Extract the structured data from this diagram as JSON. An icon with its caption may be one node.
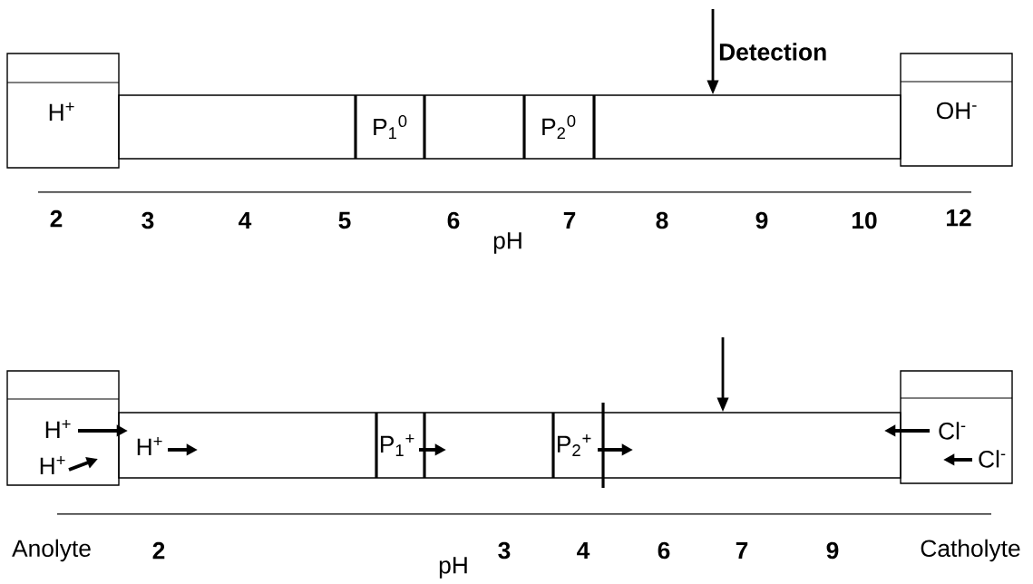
{
  "diagram": {
    "nodes": [
      {
        "text": [
          "H$^{+}$"
        ]
      },
      {
        "text": [],
        "shape": "box"
      },
      {
        "text": [
          "P$_{1}$$^{0}$"
        ],
        "in": 1
      },
      {
        "text": [
          "P$_{2}$$^{0}$"
        ],
        "in": 1
      },
      {
        "text": [
          "OH$^{-}$"
        ]
      },
      {
        "text": [
          "H$^{+}$",
          "H$^{+}$"
        ]
      },
      {
        "text": [
          "H$^{+}$"
        ]
      },
      {
        "text": [
          "P$_{1}$$^{+}$"
        ],
        "in": 6
      },
      {
        "text": [
          "P$_{2}$$^{+}$"
        ],
        "in": 6
      },
      {
        "text": [
          "Cl$^{-}$",
          "Cl$^{-}$"
        ]
      }
    ],
    "edges": [
      {
        "from": null,
        "to": 1,
        "arrow": "to",
        "label": "Detection"
      },
      {
        "from": null,
        "to": 6,
        "arrow": "to"
      }
    ],
    "labels": [
      "2",
      "3",
      "4",
      "5",
      "6",
      "7",
      "8",
      "9",
      "10",
      "12",
      "pH",
      "Anolyte",
      "2",
      "3",
      "4",
      "6",
      "7",
      "9",
      "Catholyte",
      "pH"
    ]
  }
}
